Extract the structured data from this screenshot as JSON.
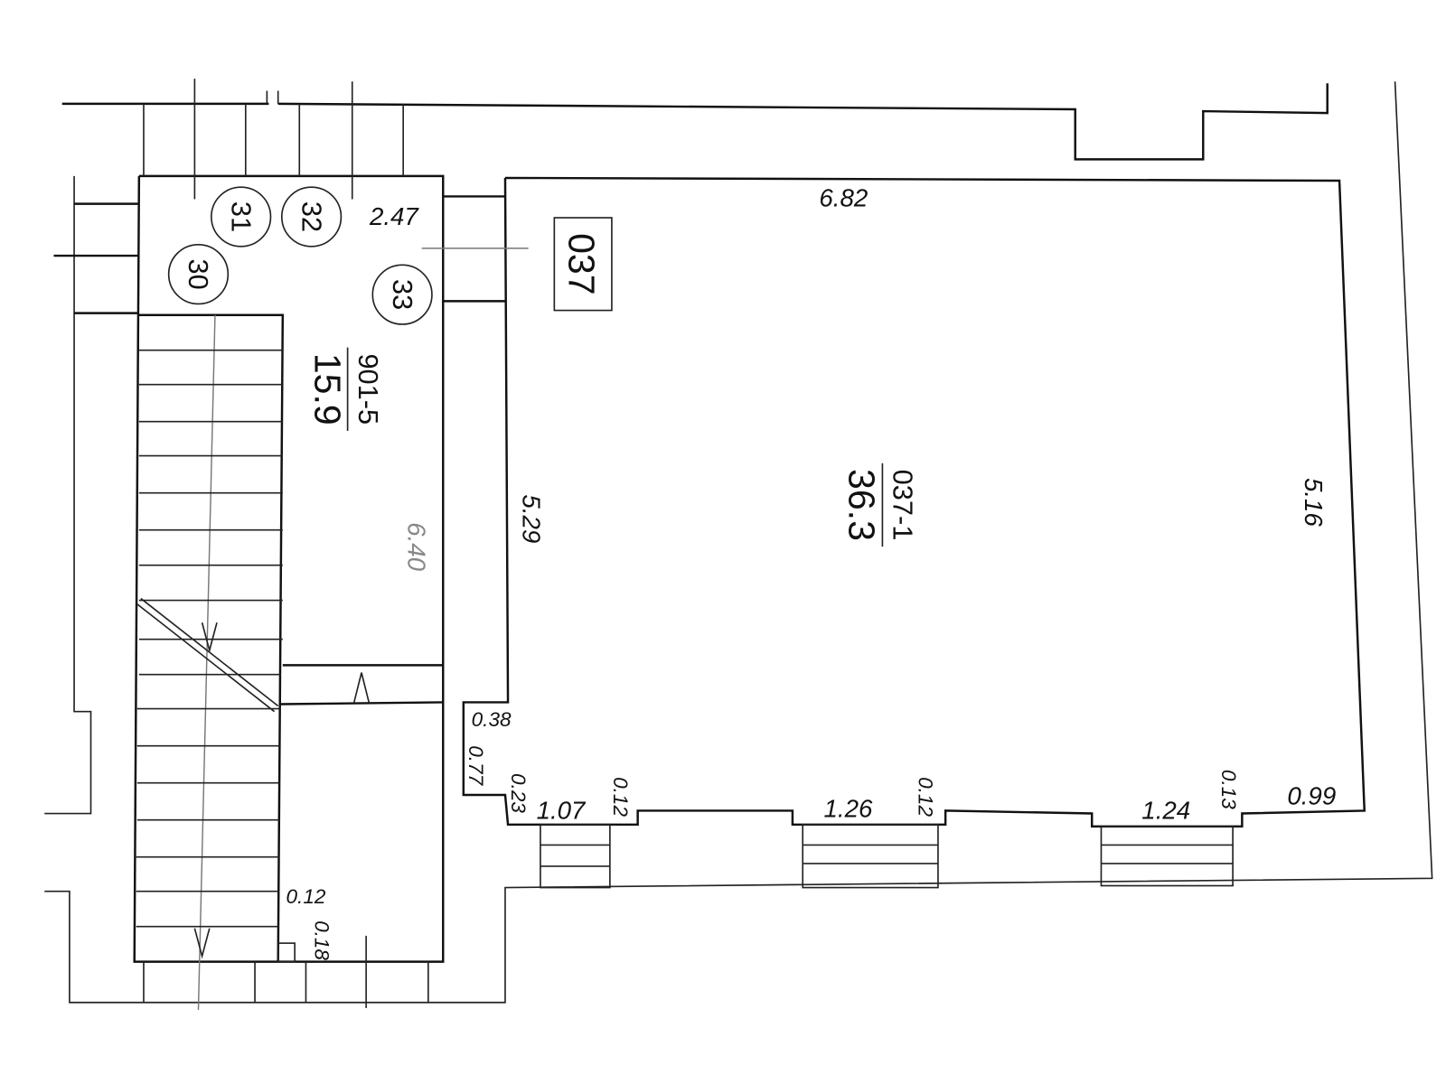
{
  "plan": {
    "room_tag": "037",
    "stair_room": {
      "code": "901-5",
      "area": "15.9"
    },
    "main_room": {
      "code": "037-1",
      "area": "36.3"
    },
    "circle_labels": [
      "30",
      "31",
      "32",
      "33"
    ],
    "dimensions": {
      "stair_top": "2.47",
      "room_top": "6.82",
      "room_left": "5.29",
      "stair_length": "6.40",
      "room_right": "5.16",
      "notch_top": "0.38",
      "notch_side": "0.77",
      "pier_1": "0.23",
      "window_1": "1.07",
      "pier_2": "0.12",
      "window_2": "1.26",
      "pier_3": "0.12",
      "window_3": "1.24",
      "pier_4": "0.13",
      "pier_5": "0.99",
      "stair_gap_1": "0.12",
      "stair_gap_2": "0.18"
    }
  }
}
